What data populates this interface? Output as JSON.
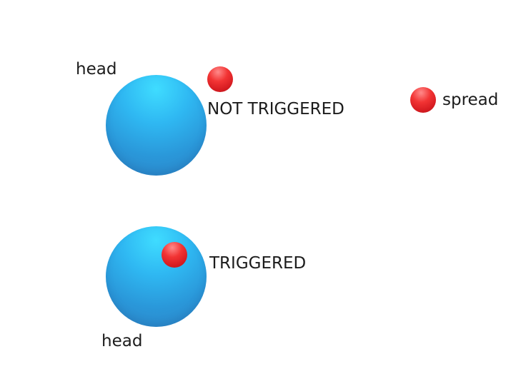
{
  "diagram": {
    "top_group": {
      "head_label": "head",
      "state_label": "NOT TRIGGERED"
    },
    "spread_group": {
      "label": "spread"
    },
    "bottom_group": {
      "head_label": "head",
      "state_label": "TRIGGERED"
    }
  },
  "colors": {
    "head_sphere": "#2fa9ea",
    "particle_sphere": "#e42a2d",
    "text": "#1c1c1c"
  }
}
